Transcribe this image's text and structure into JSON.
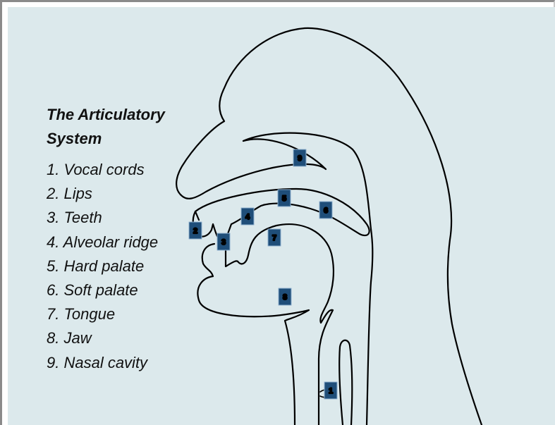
{
  "legend": {
    "title": "The Articulatory System",
    "items": [
      "1. Vocal cords",
      "2. Lips",
      "3. Teeth",
      "4. Alveolar ridge",
      "5. Hard palate",
      "6. Soft palate",
      "7. Tongue",
      "8. Jaw",
      "9. Nasal cavity"
    ]
  },
  "markers": [
    "1",
    "2",
    "3",
    "4",
    "5",
    "6",
    "7",
    "8",
    "9"
  ],
  "colors": {
    "background": "#dce9ec",
    "marker": "#1f4e79",
    "outline": "#000000"
  }
}
